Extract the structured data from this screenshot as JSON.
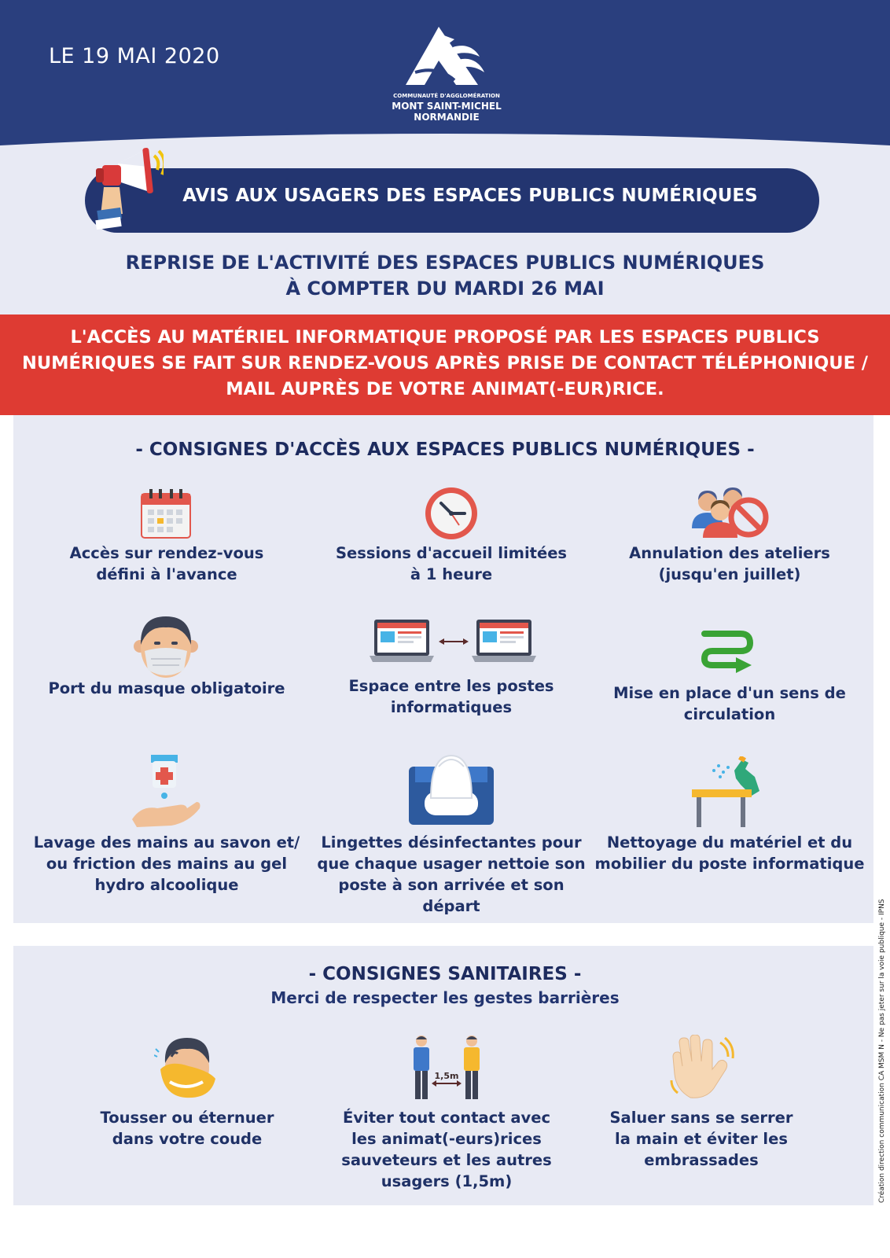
{
  "header": {
    "date": "LE 19 MAI 2020",
    "logo_small": "COMMUNAUTÉ D'AGGLOMÉRATION",
    "logo_line1": "MONT SAINT-MICHEL",
    "logo_line2": "NORMANDIE"
  },
  "notice": {
    "title": "AVIS AUX USAGERS DES ESPACES PUBLICS NUMÉRIQUES",
    "resume_line1": "REPRISE DE L'ACTIVITÉ DES ESPACES PUBLICS NUMÉRIQUES",
    "resume_line2": "À COMPTER DU MARDI 26 MAI"
  },
  "alert": {
    "line1": "L'ACCÈS AU MATÉRIEL INFORMATIQUE PROPOSÉ PAR LES ESPACES PUBLICS",
    "line2": "NUMÉRIQUES SE FAIT SUR RENDEZ-VOUS APRÈS PRISE DE CONTACT TÉLÉPHONIQUE /",
    "line3": "MAIL AUPRÈS DE VOTRE ANIMAT(-EUR)RICE."
  },
  "access": {
    "title": "-  CONSIGNES D'ACCÈS AUX ESPACES PUBLICS NUMÉRIQUES  -",
    "items": [
      {
        "icon": "calendar-icon",
        "line1": "Accès sur rendez-vous",
        "line2": "défini à l'avance"
      },
      {
        "icon": "clock-icon",
        "line1": "Sessions d'accueil limitées",
        "line2": "à 1 heure"
      },
      {
        "icon": "group-cancel-icon",
        "line1": "Annulation des ateliers",
        "line2": "(jusqu'en juillet)"
      },
      {
        "icon": "mask-icon",
        "line1": "Port du masque obligatoire"
      },
      {
        "icon": "laptops-distance-icon",
        "line1": "Espace entre les postes",
        "line2": "informatiques"
      },
      {
        "icon": "circulation-arrow-icon",
        "line1": "Mise en place d'un sens de",
        "line2": "circulation"
      },
      {
        "icon": "hand-gel-icon",
        "line1": "Lavage des mains au savon et/",
        "line2": "ou friction des mains au gel",
        "line3": "hydro alcoolique"
      },
      {
        "icon": "wipes-icon",
        "line1": "Lingettes désinfectantes pour",
        "line2": "que chaque usager nettoie son",
        "line3": "poste à son arrivée et son départ"
      },
      {
        "icon": "spray-table-icon",
        "line1": "Nettoyage du matériel et du",
        "line2": "mobilier du poste informatique"
      }
    ]
  },
  "sanitary": {
    "title": "-  CONSIGNES SANITAIRES  -",
    "subtitle": "Merci de respecter les gestes barrières",
    "distance_label": "1,5m",
    "items": [
      {
        "icon": "cough-elbow-icon",
        "line1": "Tousser ou éternuer",
        "line2": "dans votre coude"
      },
      {
        "icon": "distance-people-icon",
        "line1": "Éviter tout contact avec",
        "line2": "les animat(-eurs)rices",
        "line3": "sauveteurs et les autres",
        "line4": "usagers (1,5m)"
      },
      {
        "icon": "wave-hand-icon",
        "line1": "Saluer sans se serrer",
        "line2": "la main et éviter les",
        "line3": "embrassades"
      }
    ]
  },
  "credit": "Création direction communication CA MSM N - Ne pas jeter sur la voie publique - IPNS",
  "colors": {
    "navy": "#2a3f7e",
    "red": "#de3b33",
    "panel": "#e8eaf4",
    "text": "#1f3166"
  }
}
